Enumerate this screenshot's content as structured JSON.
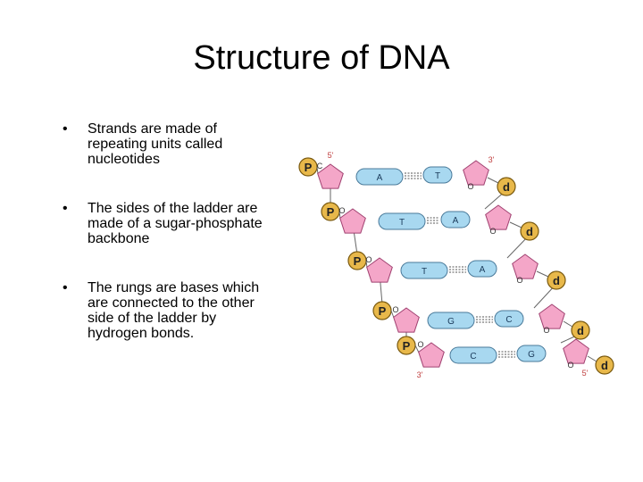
{
  "slide": {
    "title": "Structure of DNA",
    "bullets": [
      "Strands are made of repeating units called nucleotides",
      "The sides of the ladder are made of a sugar-phosphate backbone",
      "The rungs are bases which are connected to the other side of the ladder by hydrogen bonds."
    ]
  },
  "diagram": {
    "phosphate_label": "P",
    "deoxyribose_label": "d",
    "oxygen_label": "O",
    "carbon_label": "C",
    "end_labels": {
      "top_left": "5'",
      "top_right": "3'",
      "bottom_left": "3'",
      "bottom_right": "5'"
    },
    "rungs": [
      {
        "left_base": "A",
        "right_base": "T"
      },
      {
        "left_base": "T",
        "right_base": "A"
      },
      {
        "left_base": "T",
        "right_base": "A"
      },
      {
        "left_base": "G",
        "right_base": "C"
      },
      {
        "left_base": "C",
        "right_base": "G"
      }
    ],
    "colors": {
      "phosphate": "#e8b84a",
      "phosphate_stroke": "#7a5a10",
      "sugar": "#f4a6c8",
      "sugar_stroke": "#a04070",
      "base": "#a8d8f0",
      "base_stroke": "#4a7a9a",
      "end_label": "#c04040",
      "bond": "#555555"
    }
  }
}
